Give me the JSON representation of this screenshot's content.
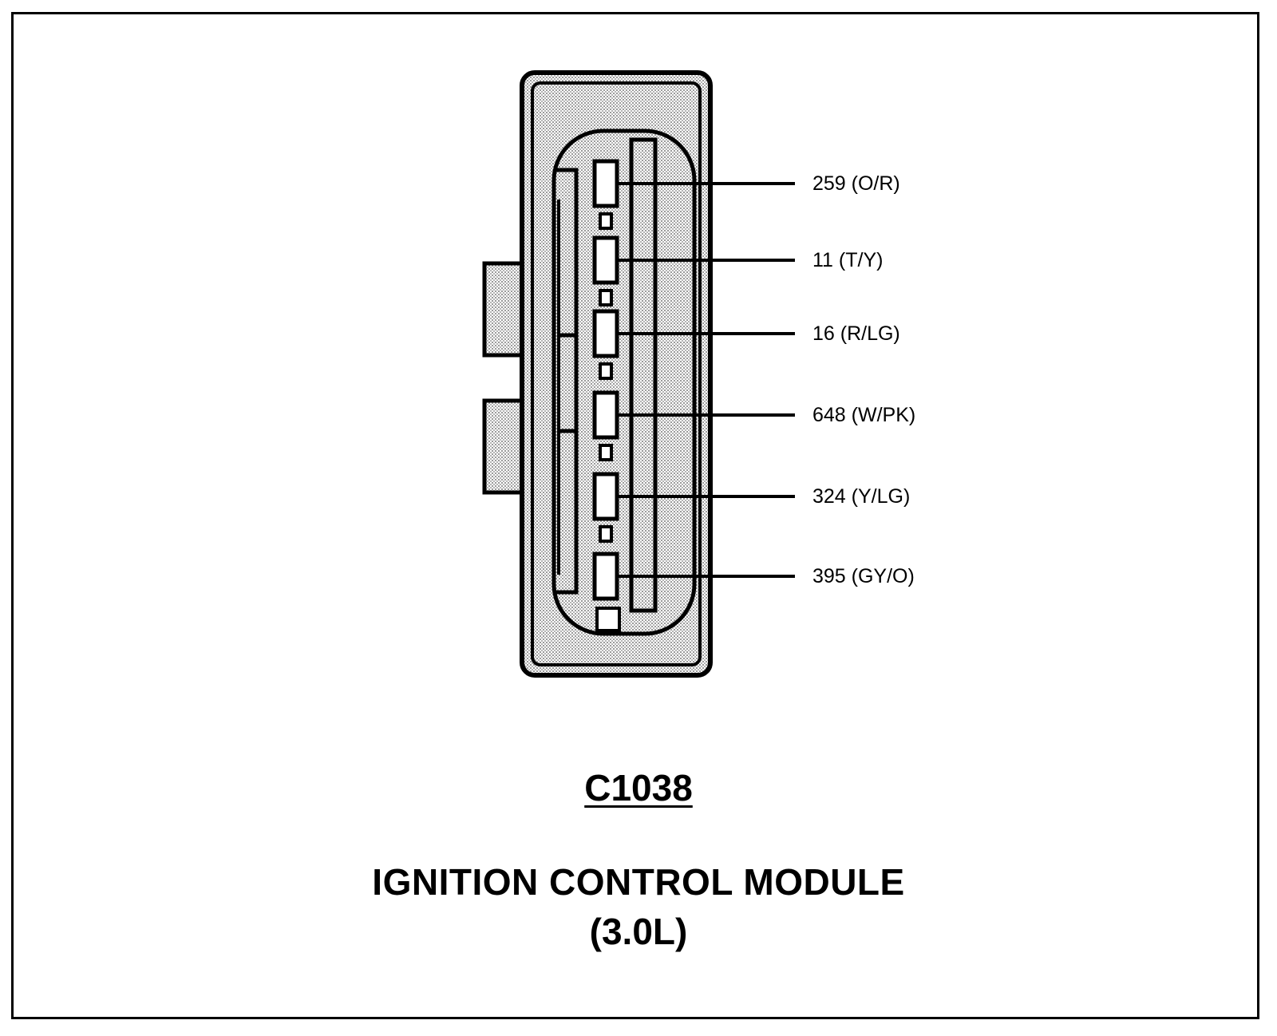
{
  "connector": {
    "id": "C1038",
    "name": "IGNITION CONTROL MODULE",
    "variant": "(3.0L)"
  },
  "pins": [
    {
      "circuit": "259",
      "color_code": "O/R",
      "label": "259 (O/R)"
    },
    {
      "circuit": "11",
      "color_code": "T/Y",
      "label": "11 (T/Y)"
    },
    {
      "circuit": "16",
      "color_code": "R/LG",
      "label": "16 (R/LG)"
    },
    {
      "circuit": "648",
      "color_code": "W/PK",
      "label": "648 (W/PK)"
    },
    {
      "circuit": "324",
      "color_code": "Y/LG",
      "label": "324 (Y/LG)"
    },
    {
      "circuit": "395",
      "color_code": "GY/O",
      "label": "395 (GY/O)"
    }
  ],
  "colors": {
    "line": "#000000",
    "shading": "#cfcfcf",
    "background": "#ffffff"
  }
}
